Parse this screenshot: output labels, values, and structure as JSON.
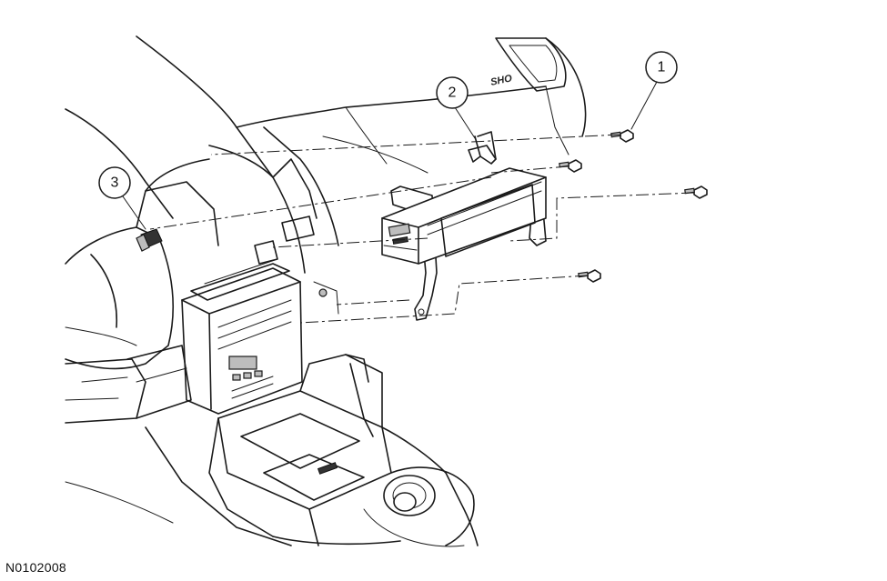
{
  "figure_id": "N0102008",
  "callouts": [
    {
      "number": "1"
    },
    {
      "number": "2"
    },
    {
      "number": "3"
    }
  ],
  "part_marking": "SHO"
}
